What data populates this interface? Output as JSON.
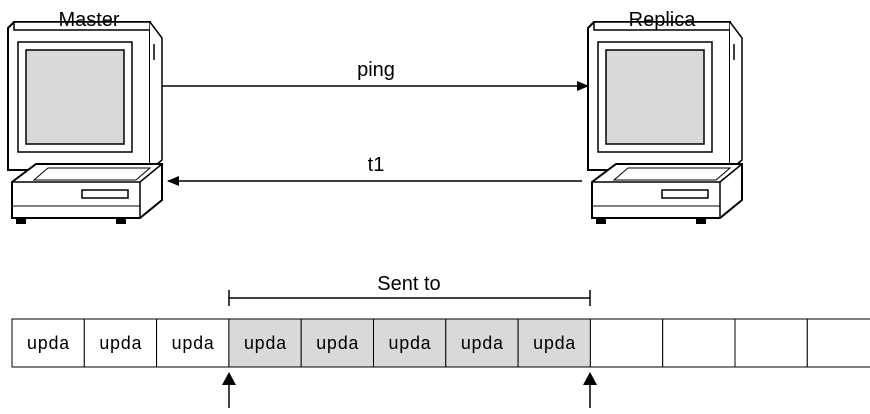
{
  "master": {
    "label": "Master"
  },
  "replica": {
    "label": "Replica"
  },
  "messages": {
    "ping": "ping",
    "t1": "t1"
  },
  "changelog": {
    "sent_label": "Sent to",
    "cells": [
      {
        "text": "upda",
        "sent": false
      },
      {
        "text": "upda",
        "sent": false
      },
      {
        "text": "upda",
        "sent": false
      },
      {
        "text": "upda",
        "sent": true
      },
      {
        "text": "upda",
        "sent": true
      },
      {
        "text": "upda",
        "sent": true
      },
      {
        "text": "upda",
        "sent": true
      },
      {
        "text": "upda",
        "sent": true
      },
      {
        "text": "",
        "sent": false
      },
      {
        "text": "",
        "sent": false
      },
      {
        "text": "",
        "sent": false
      },
      {
        "text": "",
        "sent": false
      }
    ]
  },
  "colors": {
    "sent_fill": "#d9d9d9",
    "screen_fill": "#d9d9d9",
    "line": "#000000"
  }
}
